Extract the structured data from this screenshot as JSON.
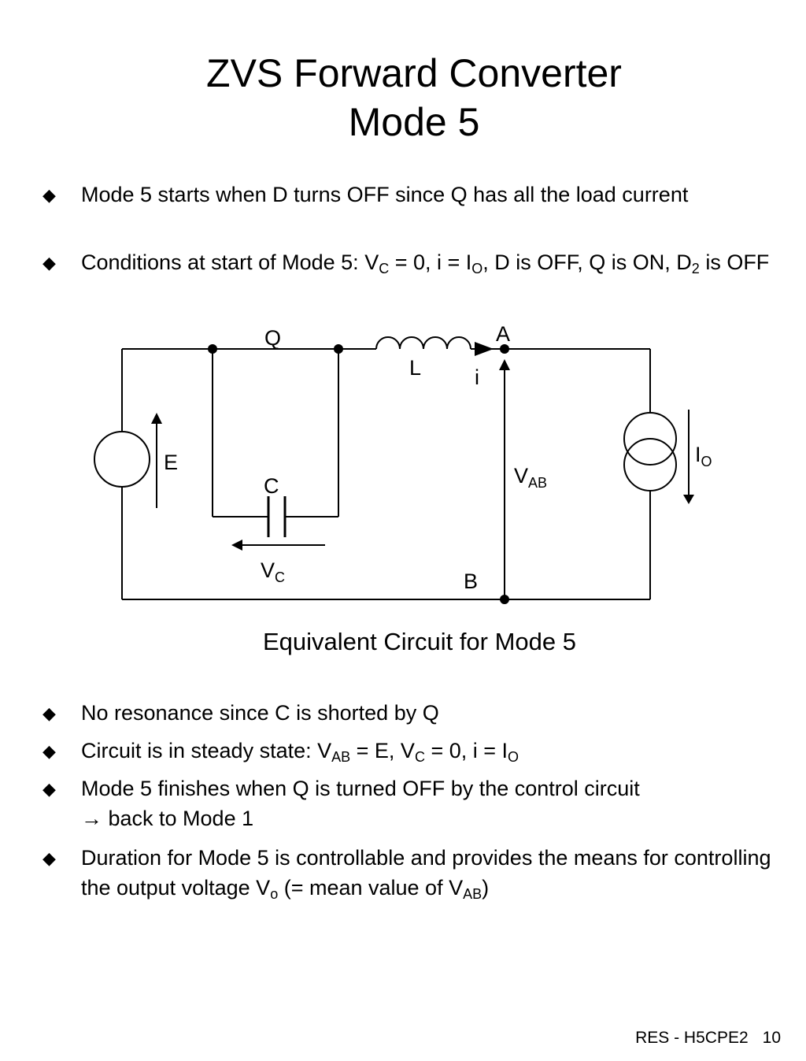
{
  "title": {
    "line1": "ZVS Forward Converter",
    "line2": "Mode 5"
  },
  "bullets_top": [
    {
      "text": "Mode 5 starts when D turns OFF since Q has all the load current"
    },
    {
      "p1": "Conditions at start of Mode 5: V",
      "s1": "C",
      "p2": " = 0, i = I",
      "s2": "O",
      "p3": ", D is OFF, Q is ON, D",
      "s3": "2",
      "p4": " is OFF"
    }
  ],
  "circuit": {
    "labels": {
      "Q": "Q",
      "A": "A",
      "L": "L",
      "i": "i",
      "E": "E",
      "C": "C",
      "V": "V",
      "VC_sub": "C",
      "VAB_sub": "AB",
      "B": "B",
      "I": "I",
      "IO_sub": "O"
    },
    "caption": "Equivalent Circuit for Mode 5"
  },
  "bullets_bottom": [
    {
      "text": "No resonance since C is shorted by Q"
    },
    {
      "p1": "Circuit is in steady state: V",
      "s1": "AB",
      "p2": " = E, V",
      "s2": "C",
      "p3": " = 0, i = I",
      "s3": "O"
    },
    {
      "line1": "Mode 5 finishes when Q is turned OFF by the control circuit",
      "arrow": "→",
      "line2": " back to Mode 1"
    },
    {
      "p1": "Duration for Mode 5 is controllable and provides the means for controlling the output voltage V",
      "s1": "o",
      "p2": " (= mean value of V",
      "s2": "AB",
      "p3": ")"
    }
  ],
  "footer": {
    "course": "RES - H5CPE2",
    "page": "10"
  },
  "icons": {
    "bullet": "diamond-bullet-icon"
  }
}
